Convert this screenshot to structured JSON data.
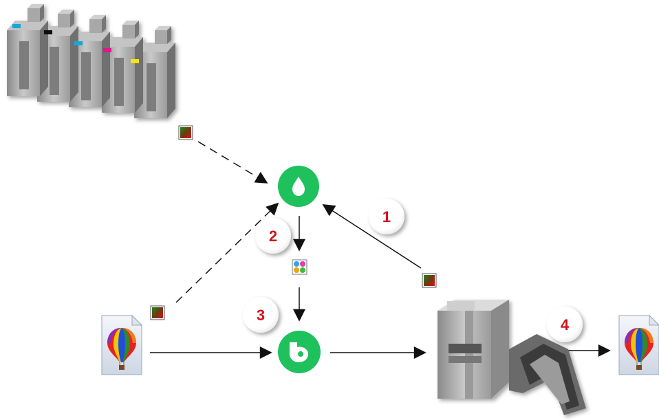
{
  "steps": [
    {
      "id": "step-1",
      "number": "1"
    },
    {
      "id": "step-2",
      "number": "2"
    },
    {
      "id": "step-3",
      "number": "3"
    },
    {
      "id": "step-4",
      "number": "4"
    }
  ],
  "colors": {
    "accent_green": "#1ec15b",
    "step_number": "#d0121b",
    "arrow": "#111111"
  },
  "icons": {
    "ink_cartridges": "ink-cartridges-icon",
    "profile_tool": "ink-drop-icon",
    "rip_tool": "color-server-icon",
    "source_image": "image-file-icon",
    "printer": "production-printer-icon",
    "output_image": "output-image-file-icon",
    "color_profile": "color-swatch-icon",
    "profile_settings": "color-wheel-icon"
  }
}
